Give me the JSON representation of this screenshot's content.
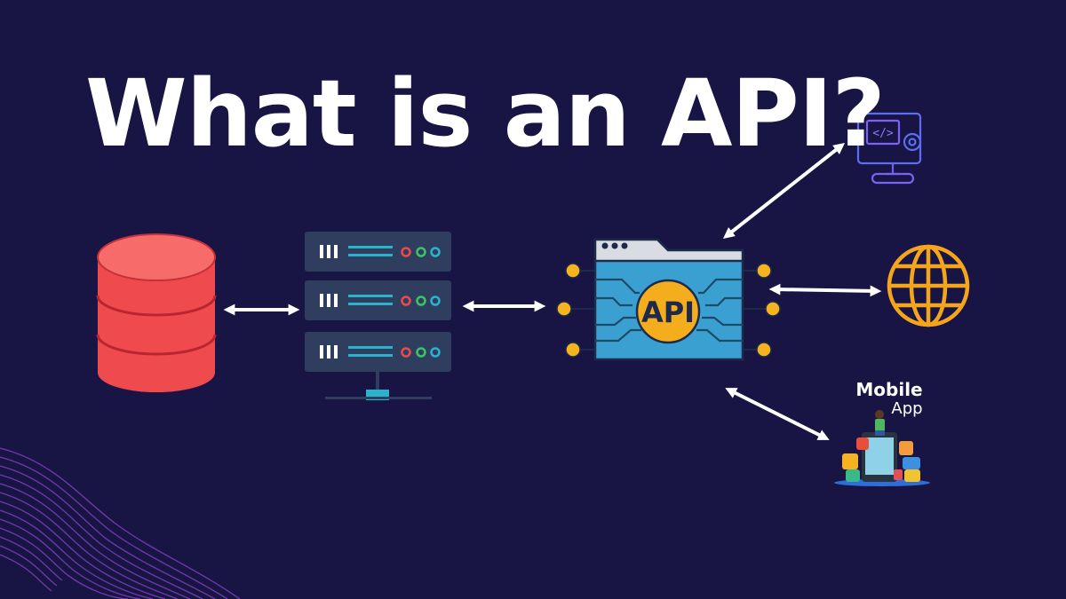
{
  "title": "What is an API?",
  "api_label": "API",
  "mobile_app": {
    "line1": "Mobile",
    "line2": "App"
  },
  "colors": {
    "background": "#181544",
    "database": "#ef4b4f",
    "database_top": "#f86b6b",
    "server_body": "#2f3e5e",
    "server_line": "#2bb3cc",
    "api_window": "#3aa0d2",
    "api_window_dark": "#2a7fa8",
    "api_badge": "#f4ad1d",
    "node": "#f5b320",
    "globe": "#f4a51c",
    "code_monitor": "#6d5cf0",
    "arrow": "#ffffff",
    "wave": "#7a3fb8"
  },
  "icons": [
    "database-icon",
    "server-rack-icon",
    "api-window-icon",
    "code-monitor-icon",
    "globe-icon",
    "mobile-app-icon"
  ]
}
